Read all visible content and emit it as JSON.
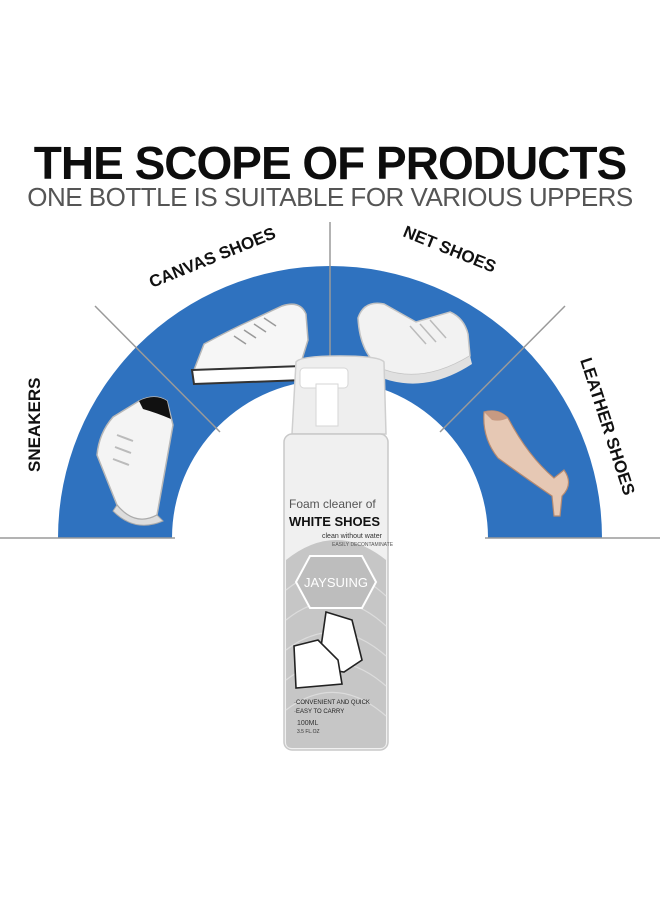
{
  "heading": {
    "title": "THE SCOPE OF PRODUCTS",
    "subtitle": "ONE BOTTLE IS SUITABLE FOR VARIOUS UPPERS"
  },
  "categories": [
    {
      "label": "SNEAKERS",
      "icon": "sneaker-icon"
    },
    {
      "label": "CANVAS SHOES",
      "icon": "canvas-shoe-icon"
    },
    {
      "label": "NET SHOES",
      "icon": "mesh-shoe-icon"
    },
    {
      "label": "LEATHER SHOES",
      "icon": "high-heel-icon"
    }
  ],
  "product": {
    "line1": "Foam cleaner of",
    "line2": "WHITE SHOES",
    "line3": "clean without water",
    "line4": "EASILY DECONTAMINATE",
    "brand": "JAYSUING",
    "feature1": "·CONVENIENT AND QUICK",
    "feature2": "·EASY TO CARRY",
    "volume": "100ML",
    "volume_oz": "3.5 FL.OZ"
  },
  "colors": {
    "arc": "#2f72bf",
    "title": "#0d0d0d",
    "subtitle": "#555555",
    "divider": "#9a9a9a"
  }
}
